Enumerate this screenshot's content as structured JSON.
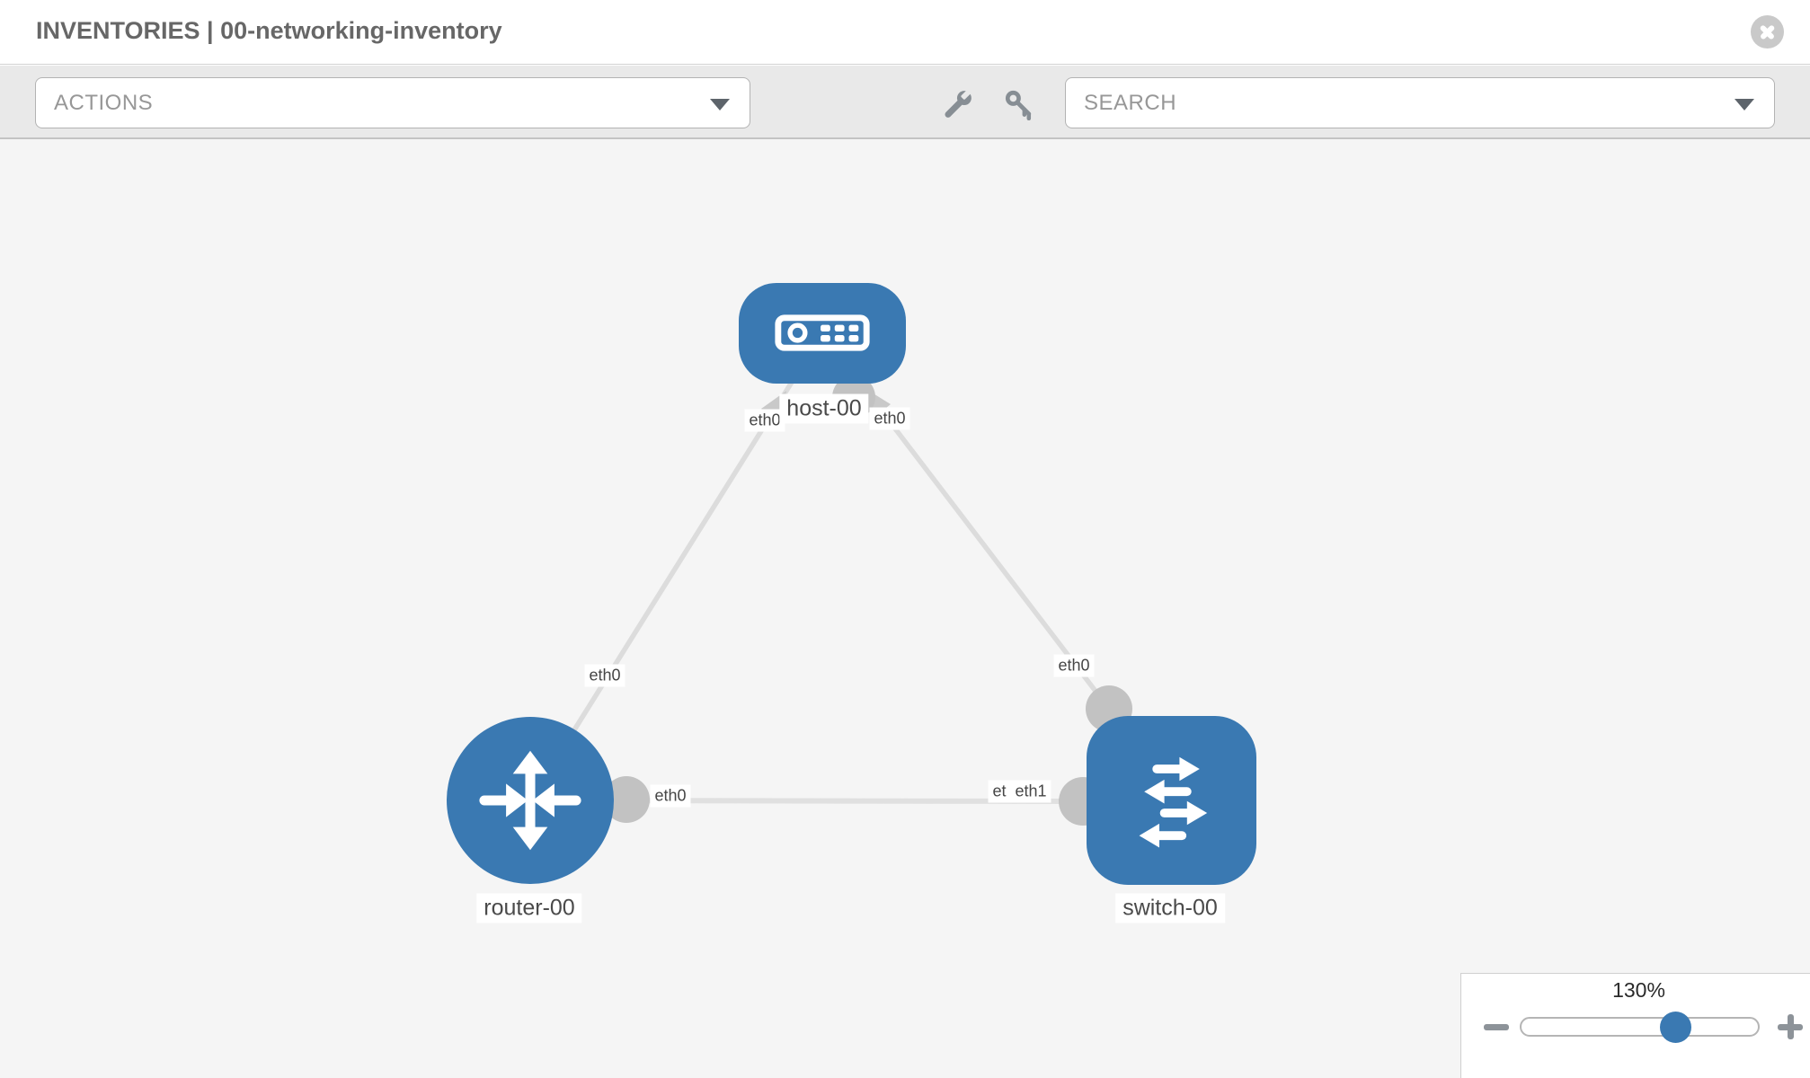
{
  "header": {
    "title": "INVENTORIES | 00-networking-inventory"
  },
  "toolbar": {
    "actions_label": "ACTIONS",
    "search_label": "SEARCH"
  },
  "icons": {
    "close": "circle-x-icon",
    "wrench": "wrench-icon",
    "key": "key-icon",
    "actions_caret": "chevron-down-icon",
    "search_caret": "chevron-down-icon",
    "host": "server-icon",
    "router": "router-arrows-icon",
    "switch": "switch-arrows-icon",
    "zoom_out": "minus-icon",
    "zoom_in": "plus-icon"
  },
  "topology": {
    "nodes": [
      {
        "label": "host-00",
        "type": "host"
      },
      {
        "label": "router-00",
        "type": "router"
      },
      {
        "label": "switch-00",
        "type": "switch"
      }
    ],
    "links": [
      {
        "source": "host-00",
        "source_interface": "eth0",
        "target": "router-00",
        "target_interface": "eth0"
      },
      {
        "source": "host-00",
        "source_interface": "eth0",
        "target": "switch-00",
        "target_interface": "eth0"
      },
      {
        "source": "router-00",
        "source_interface": "eth0",
        "target": "switch-00",
        "target_interface": "eth1",
        "partially_hidden_label": "et"
      }
    ],
    "labels": {
      "host_to_router_host_if": "eth0",
      "host_to_router_router_if": "eth0",
      "host_to_switch_host_if": "eth0",
      "host_to_switch_switch_if": "eth0",
      "router_to_switch_router_if": "eth0",
      "router_to_switch_switch_if": "eth1",
      "router_to_switch_hidden_if": "et"
    }
  },
  "zoom_control": {
    "value": "130%",
    "slider_percent": 65
  },
  "colors": {
    "node_blue": "#3a79b2",
    "link_gray": "#dcdcdc",
    "endpoint_gray": "#c2c2c2",
    "canvas_bg": "#f5f5f5",
    "toolbar_bg": "#e9e9e9"
  }
}
